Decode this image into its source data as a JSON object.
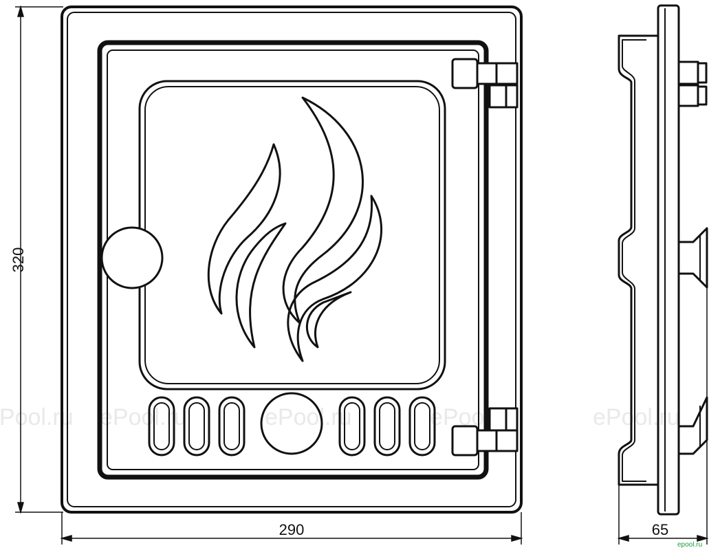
{
  "dimensions": {
    "height": "320",
    "width": "290",
    "depth": "65"
  },
  "watermark": "ePool.ru",
  "brand_mark": "epool.ru",
  "colors": {
    "line": "#111111",
    "background": "#ffffff",
    "watermark": "#e9e9e9",
    "brand": "#1a9a3a"
  },
  "icons": {
    "flame": "flame-icon",
    "knob": "knob-icon"
  }
}
